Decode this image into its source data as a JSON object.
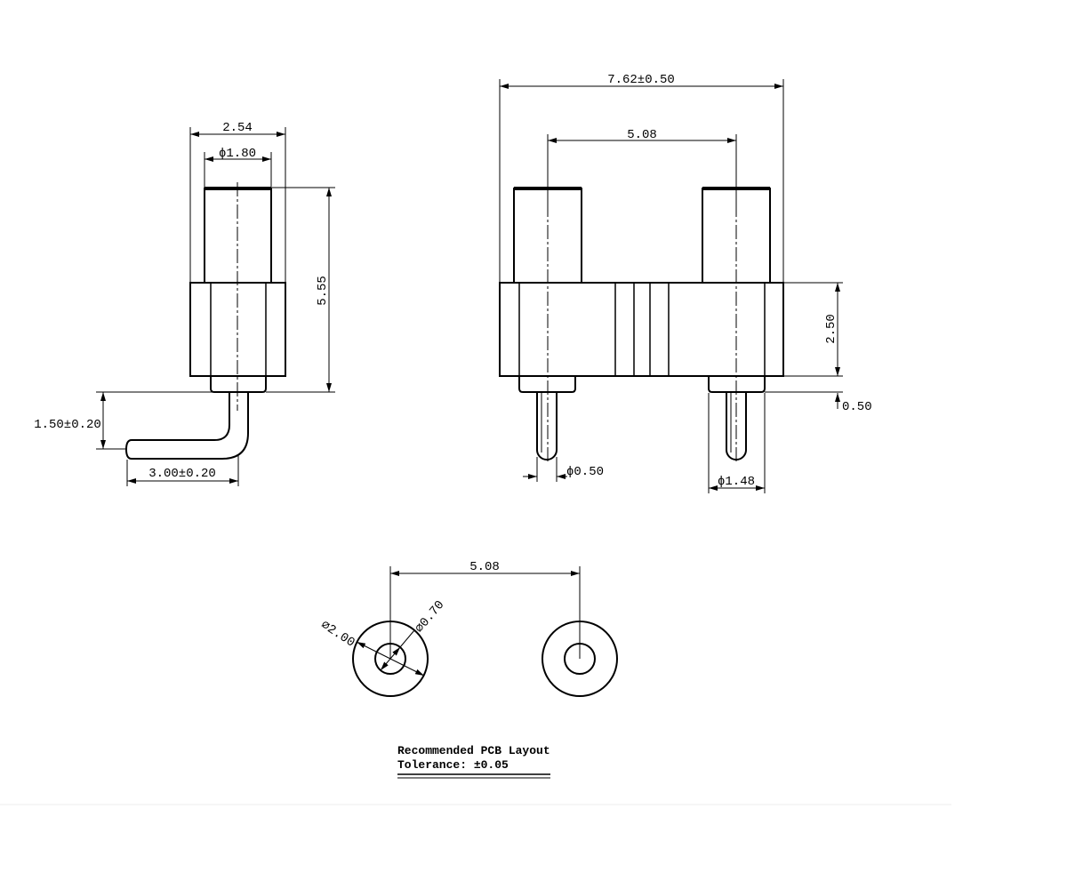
{
  "labels": {
    "side_width": "2.54",
    "side_plunger_dia": "ϕ1.80",
    "side_height": "5.55",
    "tail_height": "1.50±0.20",
    "tail_length": "3.00±0.20",
    "front_width": "7.62±0.50",
    "front_pitch": "5.08",
    "body_height": "2.50",
    "standoff": "0.50",
    "pin_dia": "ϕ0.50",
    "base_dia": "ϕ1.48",
    "pcb_pitch": "5.08",
    "pad_dia": "∅2.00",
    "hole_dia": "∅0.70"
  },
  "note": {
    "line1": "Recommended PCB Layout",
    "line2": "Tolerance: ±0.05"
  }
}
